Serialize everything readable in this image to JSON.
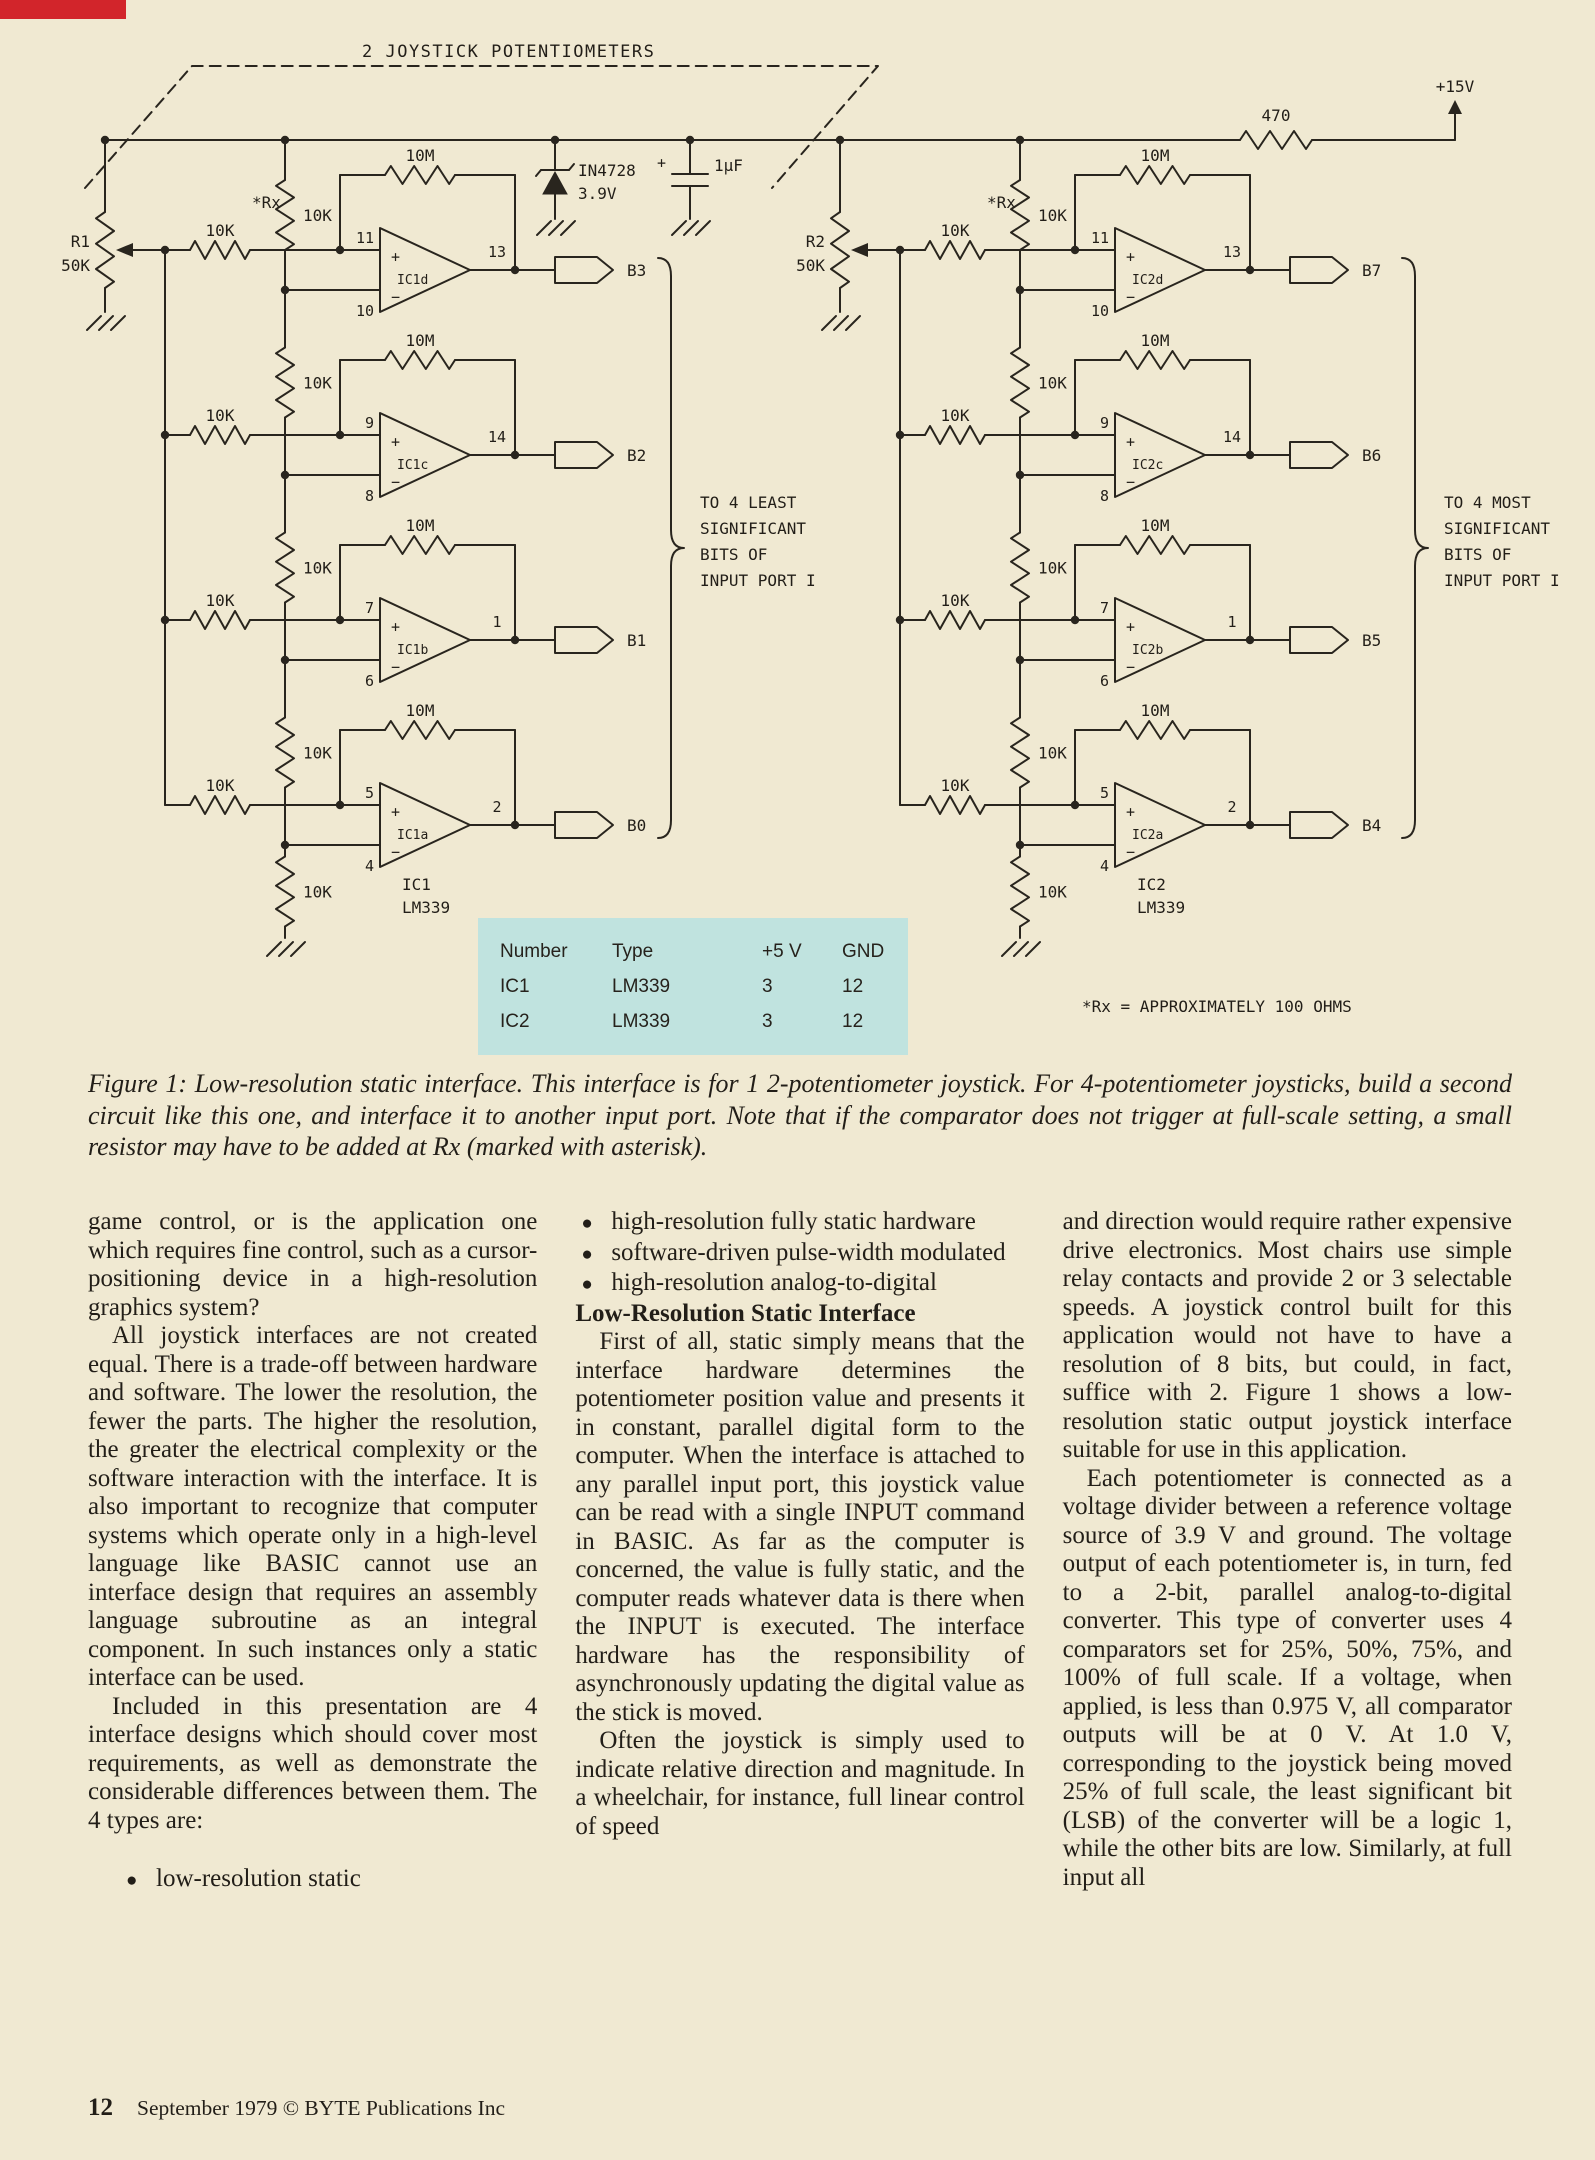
{
  "colors": {
    "paper": "#f0e9d2",
    "table_bg": "#c0e3df",
    "corner_mark": "#d2252b",
    "ink": "#29251e"
  },
  "glyphs": {
    "bullet": "●"
  },
  "schematic": {
    "title_box": "2 JOYSTICK POTENTIOMETERS",
    "supply": "+15V",
    "r_supply": "470",
    "r10k": "10K",
    "r10m": "10M",
    "plus": "+",
    "minus": "−",
    "rx": "*Rx",
    "rx_note": "*Rx = APPROXIMATELY 100 OHMS",
    "zener": {
      "part": "IN4728",
      "voltage": "3.9V"
    },
    "cap": {
      "plus": "+",
      "value": "1µF"
    },
    "note_left": [
      "TO 4 LEAST",
      "SIGNIFICANT",
      "BITS OF",
      "INPUT PORT I"
    ],
    "note_right": [
      "TO 4 MOST",
      "SIGNIFICANT",
      "BITS OF",
      "INPUT PORT I"
    ],
    "banks": [
      {
        "pot": {
          "name": "R1",
          "value": "50K"
        },
        "ic": "IC1",
        "part": "LM339",
        "stages": [
          {
            "name": "IC1d",
            "pin_p": "11",
            "pin_m": "10",
            "pin_out": "13",
            "bit": "B3"
          },
          {
            "name": "IC1c",
            "pin_p": "9",
            "pin_m": "8",
            "pin_out": "14",
            "bit": "B2"
          },
          {
            "name": "IC1b",
            "pin_p": "7",
            "pin_m": "6",
            "pin_out": "1",
            "bit": "B1"
          },
          {
            "name": "IC1a",
            "pin_p": "5",
            "pin_m": "4",
            "pin_out": "2",
            "bit": "B0"
          }
        ]
      },
      {
        "pot": {
          "name": "R2",
          "value": "50K"
        },
        "ic": "IC2",
        "part": "LM339",
        "stages": [
          {
            "name": "IC2d",
            "pin_p": "11",
            "pin_m": "10",
            "pin_out": "13",
            "bit": "B7"
          },
          {
            "name": "IC2c",
            "pin_p": "9",
            "pin_m": "8",
            "pin_out": "14",
            "bit": "B6"
          },
          {
            "name": "IC2b",
            "pin_p": "7",
            "pin_m": "6",
            "pin_out": "1",
            "bit": "B5"
          },
          {
            "name": "IC2a",
            "pin_p": "5",
            "pin_m": "4",
            "pin_out": "2",
            "bit": "B4"
          }
        ]
      }
    ],
    "table": {
      "header": [
        "Number",
        "Type",
        "+5 V",
        "GND"
      ],
      "rows": [
        [
          "IC1",
          "LM339",
          "3",
          "12"
        ],
        [
          "IC2",
          "LM339",
          "3",
          "12"
        ]
      ]
    }
  },
  "caption": "Figure 1: Low-resolution static interface. This interface is for 1 2-potentiometer joystick. For 4-potentiometer joysticks, build a second circuit like this one, and interface it to another input port. Note that if the comparator does not trigger at full-scale setting, a small resistor may have to be added at Rx (marked with asterisk).",
  "body": {
    "col1": {
      "paras": [
        "game control, or is the application one which requires fine control, such as a cursor-positioning device in a high-resolution graphics system?",
        "All joystick interfaces are not created equal. There is a trade-off between hardware and software. The lower the resolution, the fewer the parts. The higher the resolution, the greater the electrical complexity or the software interaction with the interface. It is also important to recognize that computer systems which operate only in a high-level language like BASIC cannot use an interface design that requires an assembly language subroutine as an integral component. In such instances only a static interface can be used.",
        "Included in this presentation are 4 interface designs which should cover most requirements, as well as demonstrate the considerable differences between them. The 4 types are:"
      ],
      "bullet": "low-resolution static"
    },
    "col2": {
      "bullets": [
        "high-resolution fully static hardware",
        "software-driven pulse-width modulated",
        "high-resolution analog-to-digital"
      ],
      "heading": "Low-Resolution Static Interface",
      "paras": [
        "First of all, static simply means that the interface hardware determines the potentiometer position value and presents it in constant, parallel digital form to the computer. When the interface is attached to any parallel input port, this joystick value can be read with a single INPUT command in BASIC. As far as the computer is concerned, the value is fully static, and the computer reads whatever data is there when the INPUT is executed. The interface hardware has the responsibility of asynchronously updating the digital value as the stick is moved.",
        "Often the joystick is simply used to indicate relative direction and magnitude. In a wheelchair, for instance, full linear control of speed"
      ]
    },
    "col3": {
      "paras": [
        "and direction would require rather expensive drive electronics. Most chairs use simple relay contacts and provide 2 or 3 selectable speeds. A joystick control built for this application would not have to have a resolution of 8 bits, but could, in fact, suffice with 2. Figure 1 shows a low-resolution static output joystick interface suitable for use in this application.",
        "Each potentiometer is connected as a voltage divider between a reference voltage source of 3.9 V and ground. The voltage output of each potentiometer is, in turn, fed to a 2-bit, parallel analog-to-digital converter. This type of converter uses 4 comparators set for 25%, 50%, 75%, and 100% of full scale. If a voltage, when applied, is less than 0.975 V, all comparator outputs will be at 0 V. At 1.0 V, corresponding to the joystick being moved 25% of full scale, the least significant bit (LSB) of the converter will be a logic 1, while the other bits are low. Similarly, at full input all"
      ]
    }
  },
  "footer": {
    "page": "12",
    "text": "September 1979 © BYTE Publications Inc"
  }
}
